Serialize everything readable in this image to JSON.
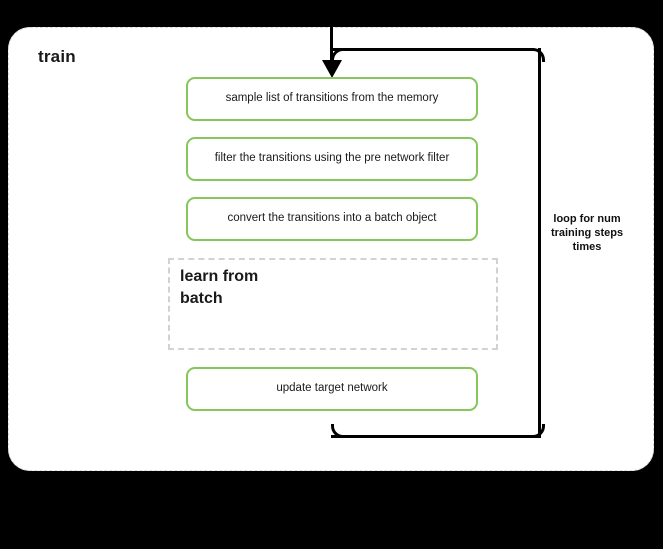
{
  "diagram": {
    "title": "train",
    "container_style": "rounded-dashed-panel"
  },
  "steps": [
    {
      "id": "sample",
      "label": "sample list of transitions from the memory"
    },
    {
      "id": "filter",
      "label": "filter the transitions using the pre network filter"
    },
    {
      "id": "convert",
      "label": "convert the transitions into a batch object"
    },
    {
      "id": "update",
      "label": "update target network"
    }
  ],
  "subflow": {
    "title": "learn from batch",
    "title_line_1": "learn from",
    "title_line_2": "batch"
  },
  "loop": {
    "label": "loop for num training steps times"
  },
  "colors": {
    "process_border": "#86c65a",
    "subflow_border": "#d2d2d2",
    "panel_border": "#d9d9d9",
    "connector": "#000000",
    "background": "#000000",
    "panel_fill": "#ffffff",
    "text": "#1a1a1a"
  }
}
